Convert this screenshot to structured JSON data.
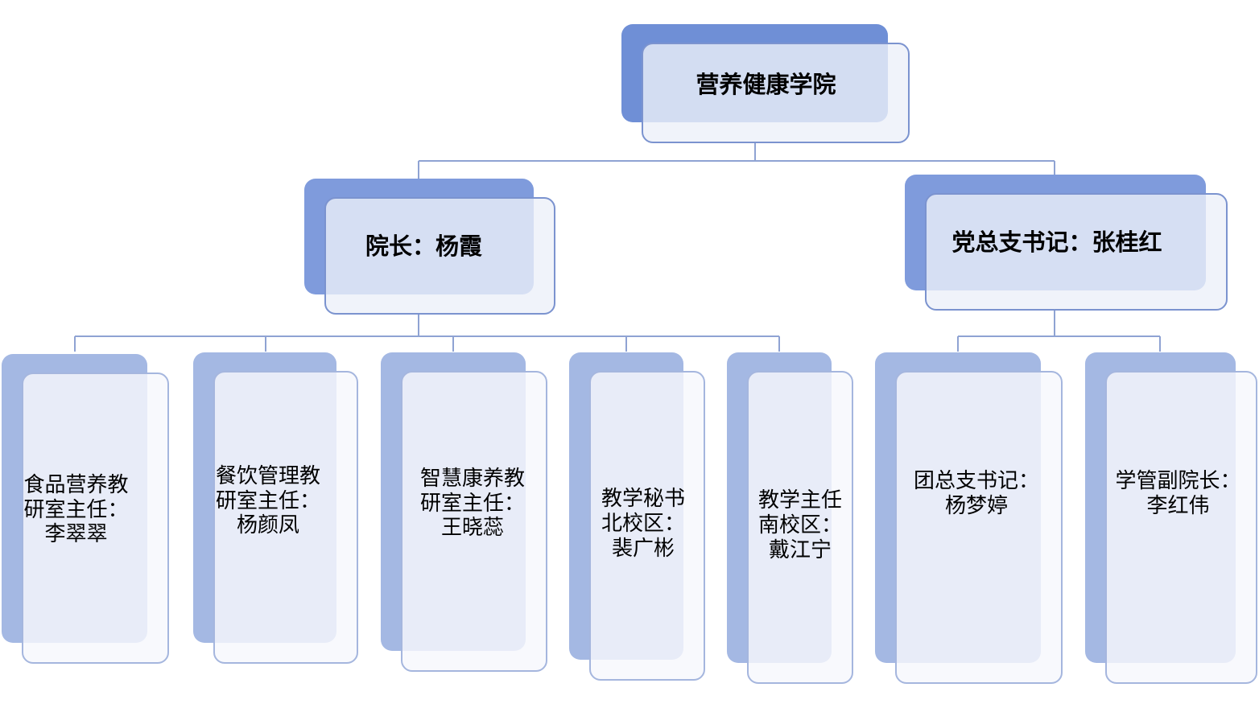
{
  "org_chart": {
    "root": {
      "id": "root",
      "label": "营养健康学院",
      "children": [
        {
          "id": "dean",
          "label": "院长：杨霞",
          "children": [
            {
              "id": "food-nutrition",
              "label": "食品营养教\n研室主任：\n李翠翠"
            },
            {
              "id": "catering-mgmt",
              "label": "餐饮管理教\n研室主任：\n杨颜凤"
            },
            {
              "id": "smart-health",
              "label": "智慧康养教\n研室主任：\n王晓蕊"
            },
            {
              "id": "secretary-north",
              "label": "教学秘书\n北校区：\n裴广彬"
            },
            {
              "id": "director-south",
              "label": "教学主任\n南校区：\n戴江宁"
            }
          ]
        },
        {
          "id": "party-secretary",
          "label": "党总支书记：张桂红",
          "children": [
            {
              "id": "league-secretary",
              "label": "团总支书记：\n杨梦婷"
            },
            {
              "id": "vice-dean",
              "label": "学管副院长：\n李红伟"
            }
          ]
        }
      ]
    }
  }
}
